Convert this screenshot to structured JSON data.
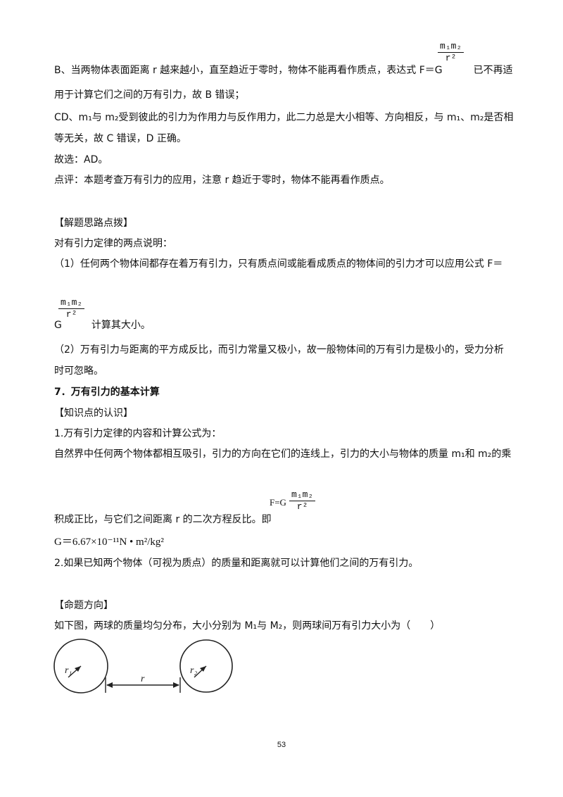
{
  "lines": {
    "b_part1": "B、当两物体表面距离 r 越来越小，直至趋近于零时，物体不能再看作质点，表达式 F＝G",
    "b_part2": "已不再适",
    "b_line2": "用于计算它们之间的万有引力，故 B 错误；",
    "cd_line1": "CD、m₁与 m₂受到彼此的引力为作用力与反作用力，此二力总是大小相等、方向相反，与 m₁、m₂是否相",
    "cd_line2": "等无关，故 C 错误，D 正确。",
    "answer": "故选：AD。",
    "comment": "点评：本题考查万有引力的应用，注意 r 趋近于零时，物体不能再看作质点。",
    "tips_heading": "【解题思路点拨】",
    "tips_intro": "对有引力定律的两点说明：",
    "tip1_line1": "（1）任何两个物体间都存在着万有引力，只有质点间或能看成质点的物体间的引力才可以应用公式 F＝",
    "tip1_g": "G",
    "tip1_end": "计算其大小。",
    "tip2_line1": "（2）万有引力与距离的平方成反比，而引力常量又极小，故一般物体间的万有引力是极小的，受力分析",
    "tip2_line2": "时可忽略。",
    "section_title": "7．万有引力的基本计算",
    "knowledge_heading": "【知识点的认识】",
    "k1_title": "1.万有引力定律的内容和计算公式为：",
    "k1_line1": "自然界中任何两个物体都相互吸引，引力的方向在它们的连线上，引力的大小与物体的质量 m₁和 m₂的乘",
    "k1_line2": "积成正比，与它们之间距离 r 的二次方程反比。即",
    "formula_lhs": "F=G",
    "constant": "G＝6.67×10⁻¹¹N • m²/kg²",
    "k2": "2.如果已知两个物体（可视为质点）的质量和距离就可以计算他们之间的万有引力。",
    "direction_heading": "【命题方向】",
    "question": "如下图，两球的质量均匀分布，大小分别为 M₁与 M₂，则两球间万有引力大小为（　　）"
  },
  "fraction": {
    "numerator": "m₁m₂",
    "denominator": "r²"
  },
  "diagram": {
    "label_r1": "r₁",
    "label_r2": "r₂",
    "label_r": "r"
  },
  "page_number": "53"
}
